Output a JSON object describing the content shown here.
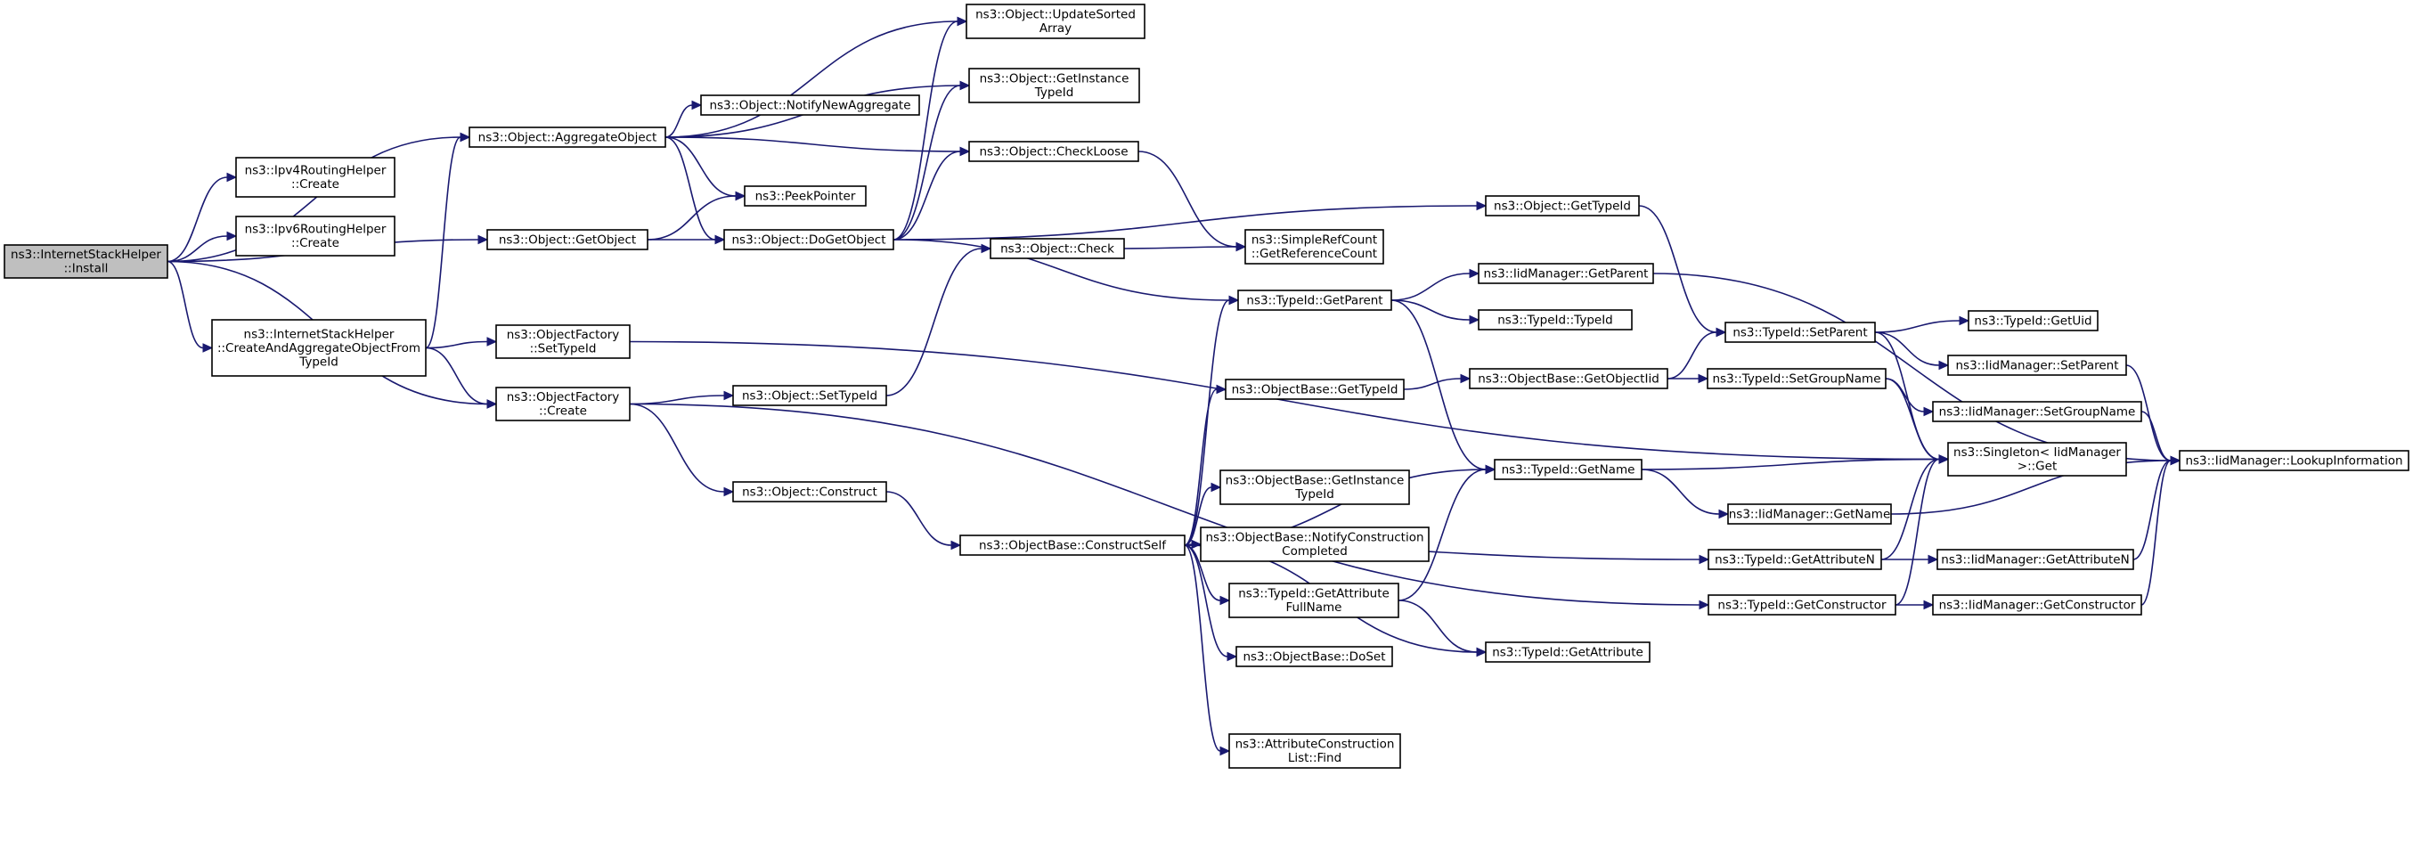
{
  "graph": {
    "root": "n0",
    "nodes": [
      {
        "id": "n0",
        "lines": [
          "ns3::InternetStackHelper",
          "::Install"
        ],
        "root": true
      },
      {
        "id": "n1",
        "lines": [
          "ns3::Object::AggregateObject"
        ]
      },
      {
        "id": "n2",
        "lines": [
          "ns3::Ipv4RoutingHelper",
          "::Create"
        ]
      },
      {
        "id": "n3",
        "lines": [
          "ns3::Ipv6RoutingHelper",
          "::Create"
        ]
      },
      {
        "id": "n4",
        "lines": [
          "ns3::Object::GetObject"
        ]
      },
      {
        "id": "n5",
        "lines": [
          "ns3::InternetStackHelper",
          "::CreateAndAggregateObjectFrom",
          "TypeId"
        ]
      },
      {
        "id": "n6",
        "lines": [
          "ns3::ObjectFactory",
          "::SetTypeId"
        ]
      },
      {
        "id": "n7",
        "lines": [
          "ns3::ObjectFactory",
          "::Create"
        ]
      },
      {
        "id": "n8",
        "lines": [
          "ns3::Object::NotifyNewAggregate"
        ]
      },
      {
        "id": "n9",
        "lines": [
          "ns3::PeekPointer"
        ]
      },
      {
        "id": "n10",
        "lines": [
          "ns3::Object::DoGetObject"
        ]
      },
      {
        "id": "n11",
        "lines": [
          "ns3::Object::SetTypeId"
        ]
      },
      {
        "id": "n12",
        "lines": [
          "ns3::Object::Construct"
        ]
      },
      {
        "id": "n13",
        "lines": [
          "ns3::Object::UpdateSorted",
          "Array"
        ]
      },
      {
        "id": "n14",
        "lines": [
          "ns3::Object::GetInstance",
          "TypeId"
        ]
      },
      {
        "id": "n15",
        "lines": [
          "ns3::Object::CheckLoose"
        ]
      },
      {
        "id": "n16",
        "lines": [
          "ns3::Object::Check"
        ]
      },
      {
        "id": "n17",
        "lines": [
          "ns3::ObjectBase::ConstructSelf"
        ]
      },
      {
        "id": "n18",
        "lines": [
          "ns3::SimpleRefCount",
          "::GetReferenceCount"
        ]
      },
      {
        "id": "n19",
        "lines": [
          "ns3::Object::GetTypeId"
        ]
      },
      {
        "id": "n20",
        "lines": [
          "ns3::TypeId::GetParent"
        ]
      },
      {
        "id": "n21",
        "lines": [
          "ns3::ObjectBase::GetTypeId"
        ]
      },
      {
        "id": "n22",
        "lines": [
          "ns3::ObjectBase::GetInstance",
          "TypeId"
        ]
      },
      {
        "id": "n23",
        "lines": [
          "ns3::ObjectBase::NotifyConstruction",
          "Completed"
        ]
      },
      {
        "id": "n24",
        "lines": [
          "ns3::TypeId::GetAttribute",
          "FullName"
        ]
      },
      {
        "id": "n25",
        "lines": [
          "ns3::ObjectBase::DoSet"
        ]
      },
      {
        "id": "n26",
        "lines": [
          "ns3::AttributeConstruction",
          "List::Find"
        ]
      },
      {
        "id": "n27",
        "lines": [
          "ns3::IidManager::GetParent"
        ]
      },
      {
        "id": "n28",
        "lines": [
          "ns3::TypeId::TypeId"
        ]
      },
      {
        "id": "n29",
        "lines": [
          "ns3::ObjectBase::GetObjectIid"
        ]
      },
      {
        "id": "n30",
        "lines": [
          "ns3::TypeId::GetName"
        ]
      },
      {
        "id": "n31",
        "lines": [
          "ns3::TypeId::GetAttribute"
        ]
      },
      {
        "id": "n32",
        "lines": [
          "ns3::TypeId::SetParent"
        ]
      },
      {
        "id": "n33",
        "lines": [
          "ns3::TypeId::SetGroupName"
        ]
      },
      {
        "id": "n34",
        "lines": [
          "ns3::IidManager::GetName"
        ]
      },
      {
        "id": "n35",
        "lines": [
          "ns3::TypeId::GetAttributeN"
        ]
      },
      {
        "id": "n36",
        "lines": [
          "ns3::TypeId::GetConstructor"
        ]
      },
      {
        "id": "n37",
        "lines": [
          "ns3::TypeId::GetUid"
        ]
      },
      {
        "id": "n38",
        "lines": [
          "ns3::IidManager::SetParent"
        ]
      },
      {
        "id": "n39",
        "lines": [
          "ns3::IidManager::SetGroupName"
        ]
      },
      {
        "id": "n40",
        "lines": [
          "ns3::Singleton< IidManager",
          " >::Get"
        ]
      },
      {
        "id": "n41",
        "lines": [
          "ns3::IidManager::GetAttributeN"
        ]
      },
      {
        "id": "n42",
        "lines": [
          "ns3::IidManager::GetConstructor"
        ]
      },
      {
        "id": "n43",
        "lines": [
          "ns3::IidManager::LookupInformation"
        ]
      }
    ],
    "edges": [
      [
        "n0",
        "n1"
      ],
      [
        "n0",
        "n2"
      ],
      [
        "n0",
        "n3"
      ],
      [
        "n0",
        "n4"
      ],
      [
        "n0",
        "n5"
      ],
      [
        "n0",
        "n7"
      ],
      [
        "n1",
        "n13"
      ],
      [
        "n1",
        "n14"
      ],
      [
        "n1",
        "n8"
      ],
      [
        "n1",
        "n15"
      ],
      [
        "n1",
        "n9"
      ],
      [
        "n1",
        "n10"
      ],
      [
        "n4",
        "n9"
      ],
      [
        "n4",
        "n10"
      ],
      [
        "n5",
        "n1"
      ],
      [
        "n5",
        "n6"
      ],
      [
        "n5",
        "n7"
      ],
      [
        "n6",
        "n40"
      ],
      [
        "n7",
        "n11"
      ],
      [
        "n7",
        "n12"
      ],
      [
        "n7",
        "n36"
      ],
      [
        "n10",
        "n13"
      ],
      [
        "n10",
        "n14"
      ],
      [
        "n10",
        "n15"
      ],
      [
        "n10",
        "n19"
      ],
      [
        "n10",
        "n20"
      ],
      [
        "n15",
        "n18"
      ],
      [
        "n16",
        "n18"
      ],
      [
        "n11",
        "n16"
      ],
      [
        "n12",
        "n17"
      ],
      [
        "n17",
        "n20"
      ],
      [
        "n17",
        "n21"
      ],
      [
        "n17",
        "n30"
      ],
      [
        "n17",
        "n22"
      ],
      [
        "n17",
        "n23"
      ],
      [
        "n17",
        "n24"
      ],
      [
        "n17",
        "n25"
      ],
      [
        "n17",
        "n31"
      ],
      [
        "n17",
        "n26"
      ],
      [
        "n17",
        "n35"
      ],
      [
        "n19",
        "n32"
      ],
      [
        "n20",
        "n27"
      ],
      [
        "n20",
        "n28"
      ],
      [
        "n20",
        "n30"
      ],
      [
        "n21",
        "n29"
      ],
      [
        "n24",
        "n30"
      ],
      [
        "n24",
        "n31"
      ],
      [
        "n27",
        "n43"
      ],
      [
        "n29",
        "n32"
      ],
      [
        "n29",
        "n33"
      ],
      [
        "n30",
        "n40"
      ],
      [
        "n30",
        "n34"
      ],
      [
        "n32",
        "n37"
      ],
      [
        "n32",
        "n38"
      ],
      [
        "n32",
        "n40"
      ],
      [
        "n33",
        "n39"
      ],
      [
        "n33",
        "n40"
      ],
      [
        "n34",
        "n43"
      ],
      [
        "n35",
        "n41"
      ],
      [
        "n35",
        "n40"
      ],
      [
        "n36",
        "n42"
      ],
      [
        "n36",
        "n40"
      ],
      [
        "n38",
        "n43"
      ],
      [
        "n39",
        "n43"
      ],
      [
        "n41",
        "n43"
      ],
      [
        "n42",
        "n43"
      ]
    ]
  }
}
